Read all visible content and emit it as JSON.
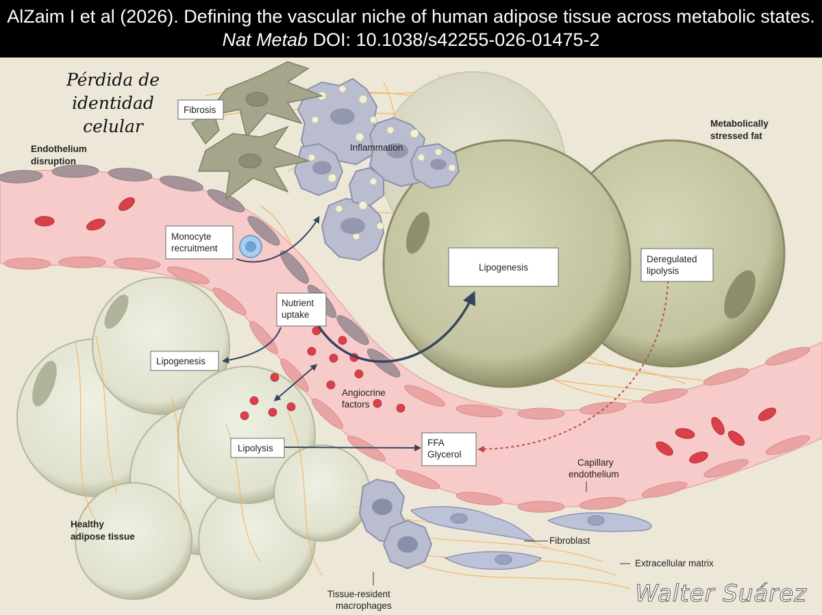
{
  "header": {
    "citation_prefix": "AlZaim I et al (2026). Defining the vascular niche of human adipose tissue across metabolic states.",
    "journal": "Nat Metab",
    "doi": "DOI: 10.1038/s42255-026-01475-2"
  },
  "overlay": {
    "spanish_line1": "Pérdida de",
    "spanish_line2": "identidad",
    "spanish_line3": "celular",
    "signature": "Walter Suárez"
  },
  "labels": {
    "endothelium_disruption_1": "Endothelium",
    "endothelium_disruption_2": "disruption",
    "fibrosis": "Fibrosis",
    "inflammation": "Inflammation",
    "metabolically_stressed_1": "Metabolically",
    "metabolically_stressed_2": "stressed fat",
    "monocyte_1": "Monocyte",
    "monocyte_2": "recruitment",
    "lipogenesis_main": "Lipogenesis",
    "deregulated_1": "Deregulated",
    "deregulated_2": "lipolysis",
    "nutrient_1": "Nutrient",
    "nutrient_2": "uptake",
    "lipogenesis_small": "Lipogenesis",
    "angiocrine_1": "Angiocrine",
    "angiocrine_2": "factors",
    "lipolysis": "Lipolysis",
    "ffa": "FFA",
    "glycerol": "Glycerol",
    "capillary_1": "Capillary",
    "capillary_2": "endothelium",
    "healthy_1": "Healthy",
    "healthy_2": "adipose tissue",
    "fibroblast": "Fibroblast",
    "ecm": "Extracellular matrix",
    "macrophages_1": "Tissue-resident",
    "macrophages_2": "macrophages"
  },
  "colors": {
    "background": "#ede7d8",
    "vessel": "#f7cbc9",
    "endothelial_cell": "#a49499",
    "red_blood_cell": "#d9404a",
    "stressed_adipocyte": "#c6c6a4",
    "healthy_adipocyte": "#e4e5d3",
    "ecm_fibers": "#f2b061",
    "macrophage": "#b9bdcf",
    "fibroblast_cell": "#bcc2d8",
    "fibrosis_cell": "#a4a58a",
    "arrow": "#344560",
    "lipolysis_dashed": "#c0474a"
  }
}
